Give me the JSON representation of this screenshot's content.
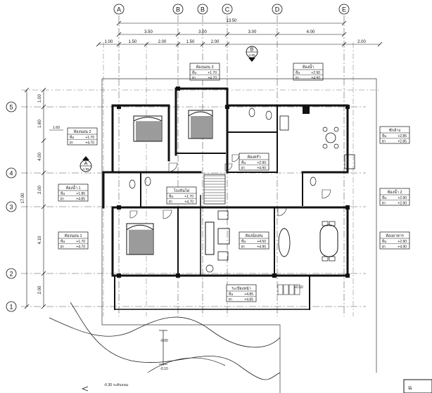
{
  "grid": {
    "columns": [
      "A",
      "B",
      "B",
      "C",
      "D",
      "E"
    ],
    "rows": [
      "5",
      "4",
      "3",
      "2",
      "1"
    ]
  },
  "dimensions": {
    "overall_top": "13.50",
    "top_row1": [
      "3.50",
      "3.00",
      "3.00",
      "4.00"
    ],
    "top_row2": [
      "1.00",
      "1.50",
      "2.00",
      "1.50",
      "2.00"
    ],
    "left_total": "17.00",
    "left_segments": [
      "1.00",
      "1.60",
      "4.00",
      "2.00",
      "4.10",
      "2.00"
    ]
  },
  "section_marks": [
    {
      "letter": "B",
      "sheet": "A-05"
    },
    {
      "letter": "A",
      "sheet": "A-05"
    }
  ],
  "room_tags": [
    {
      "id": "bed3",
      "name": "ห้องนอน 3",
      "line1": "+1.70",
      "line2": "+4.70"
    },
    {
      "id": "bath2",
      "name": "ห้องน้ำ",
      "line1": "+2.90",
      "line2": "+4.90"
    },
    {
      "id": "bed2",
      "name": "ห้องนอน 2",
      "line1": "+1.70",
      "line2": "+4.70"
    },
    {
      "id": "dining",
      "name": "ห้องครัว",
      "line1": "+2.90",
      "line2": "+4.90"
    },
    {
      "id": "laundry",
      "name": "ซักล้าง",
      "line1": "+2.85",
      "line2": "+2.85"
    },
    {
      "id": "toilet1",
      "name": "ห้องน้ำ 1",
      "line1": "+1.85",
      "line2": "+4.85"
    },
    {
      "id": "hall",
      "name": "โถงบันได",
      "line1": "+1.70",
      "line2": "+4.70"
    },
    {
      "id": "toilet2",
      "name": "ห้องน้ำ 2",
      "line1": "+2.90",
      "line2": "+2.90"
    },
    {
      "id": "bed1",
      "name": "ห้องนอน 1",
      "line1": "+1.70",
      "line2": "+4.70"
    },
    {
      "id": "living",
      "name": "ห้องนั่งเล่น",
      "line1": "+4.50",
      "line2": "+4.90"
    },
    {
      "id": "dinner",
      "name": "ห้องอาหาร",
      "line1": "+2.90",
      "line2": "+4.90"
    },
    {
      "id": "porch",
      "name": "ระเบียงหน้า",
      "line1": "+4.85",
      "line2": "+4.85"
    }
  ],
  "labels": {
    "porch_level": "+0.10",
    "ground_a": "-0.00",
    "ground_b": "-0.10",
    "bottom_note": "-0.30 ระดับถนน",
    "sheet_corner": "แ"
  }
}
